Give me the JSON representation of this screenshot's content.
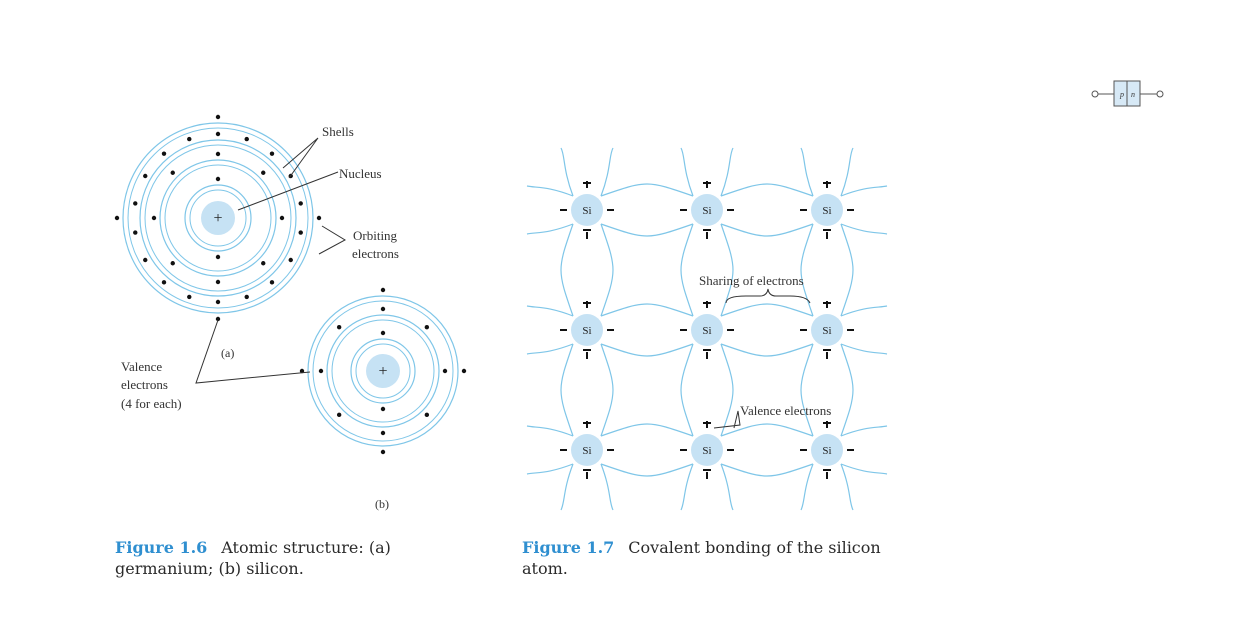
{
  "diode_symbol": {
    "p_label": "p",
    "n_label": "n"
  },
  "figure_1_6": {
    "labels": {
      "shells": "Shells",
      "nucleus": "Nucleus",
      "orbiting_1": "Orbiting",
      "orbiting_2": "electrons",
      "valence_1": "Valence",
      "valence_2": "electrons",
      "valence_3": "(4 for each)",
      "part_a": "(a)",
      "part_b": "(b)",
      "nucleus_sign": "+"
    },
    "caption_number": "Figure 1.6",
    "caption_text": "Atomic structure: (a) germanium; (b) silicon."
  },
  "figure_1_7": {
    "atom_label": "Si",
    "labels": {
      "sharing": "Sharing of electrons",
      "valence": "Valence electrons"
    },
    "caption_number": "Figure 1.7",
    "caption_text": "Covalent bonding of the silicon atom."
  },
  "colors": {
    "orbit": "#7fc6e8",
    "nucleus": "#c6e2f4",
    "caption_accent": "#2f8fd0"
  }
}
